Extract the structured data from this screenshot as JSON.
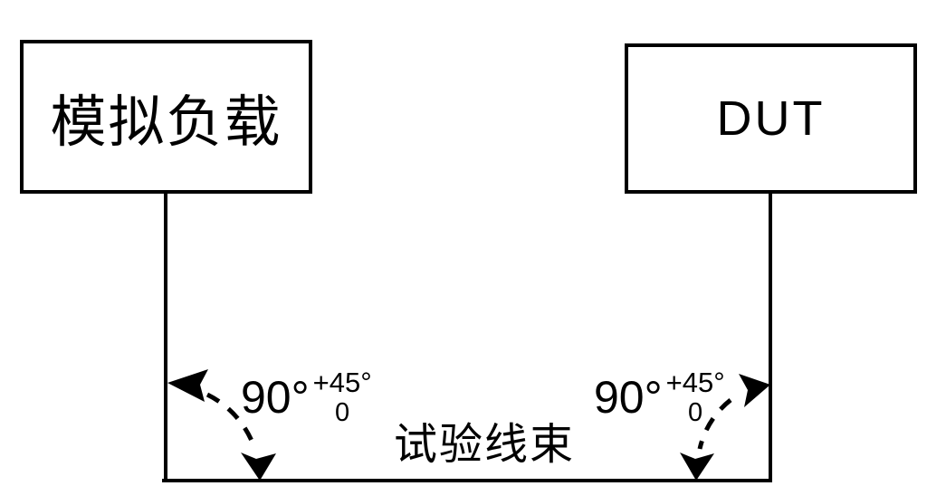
{
  "diagram": {
    "title": "test-harness-bend-angle-setup",
    "background_color": "#ffffff",
    "line_color": "#000000"
  },
  "boxes": {
    "left": {
      "label": "模拟负载"
    },
    "right": {
      "label": "DUT"
    }
  },
  "harness": {
    "label": "试验线束"
  },
  "angles": {
    "left": {
      "main": "90°",
      "tolerance_plus": "+45°",
      "tolerance_minus": "0"
    },
    "right": {
      "main": "90°",
      "tolerance_plus": "+45°",
      "tolerance_minus": "0"
    }
  }
}
